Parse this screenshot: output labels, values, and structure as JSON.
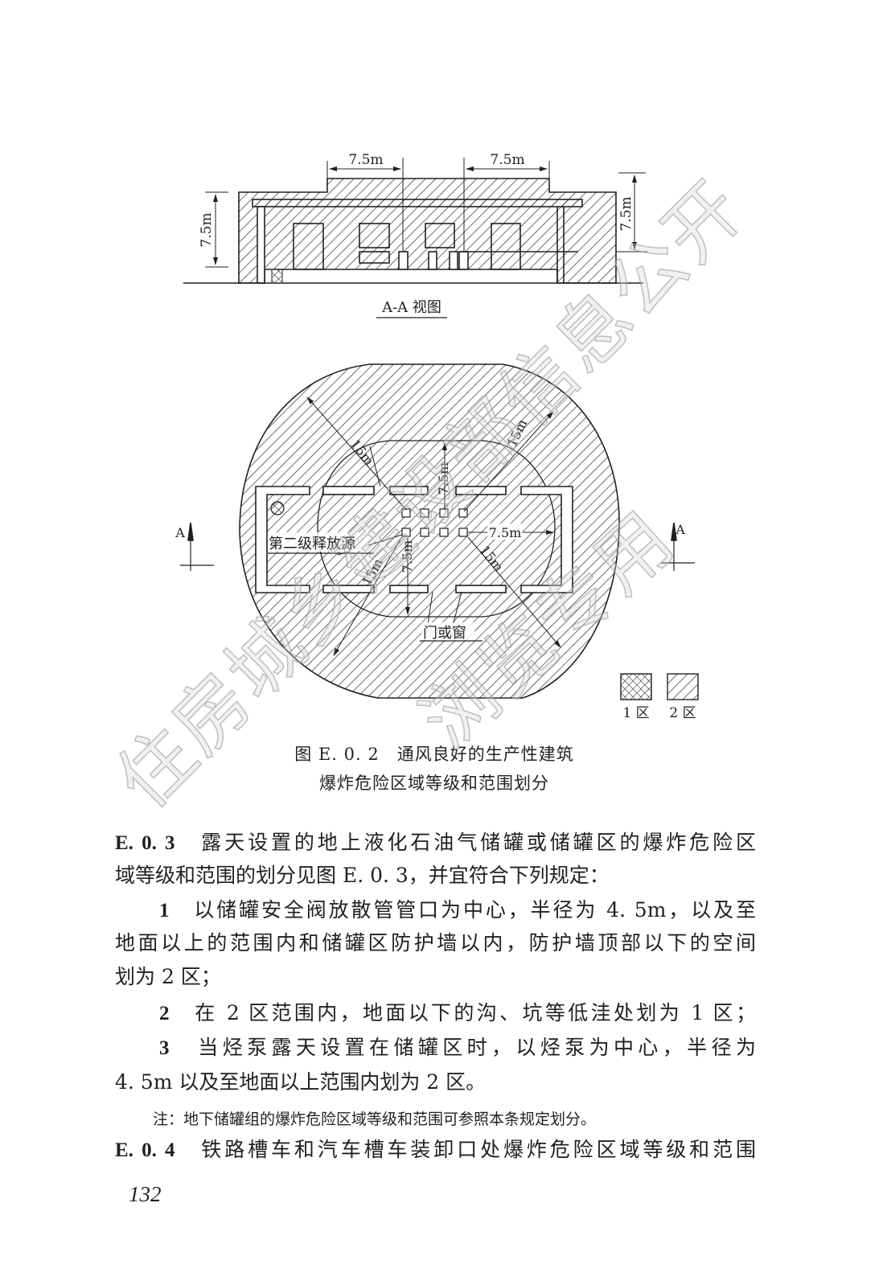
{
  "figure_a": {
    "dim_top_left": "7.5m",
    "dim_top_right": "7.5m",
    "dim_left": "7.5m",
    "dim_right": "7.5m",
    "view_label": "A-A 视图"
  },
  "figure_plan": {
    "dim_15m_nw": "15m",
    "dim_15m_ne": "15m",
    "dim_15m_sw": "15m",
    "dim_15m_se": "15m",
    "dim_75_up": "7.5m",
    "dim_75_right": "7.5m",
    "dim_75_down": "7.5m",
    "source_label": "第二级释放源",
    "door_label": "门或窗",
    "section_left": "A",
    "section_right": "A",
    "legend": [
      {
        "label": "1 区",
        "pattern": "crosshatch"
      },
      {
        "label": "2 区",
        "pattern": "hatch"
      }
    ]
  },
  "caption": {
    "line1": "图 E. 0. 2　通风良好的生产性建筑",
    "line2": "爆炸危险区域等级和范围划分"
  },
  "body": {
    "e03_num": "E. 0. 3",
    "e03_l1": "露天设置的地上液化石油气储罐或储罐区的爆炸危险区",
    "e03_l2": "域等级和范围的划分见图 E. 0. 3，并宜符合下列规定：",
    "item1_num": "1",
    "item1_l1": "以储罐安全阀放散管管口为中心，半径为 4. 5m，以及至",
    "item1_l2": "地面以上的范围内和储罐区防护墙以内，防护墙顶部以下的空间",
    "item1_l3": "划为 2 区；",
    "item2_num": "2",
    "item2_l1": "在 2 区范围内，地面以下的沟、坑等低洼处划为 1 区；",
    "item3_num": "3",
    "item3_l1": "当烃泵露天设置在储罐区时，以烃泵为中心，半径为",
    "item3_l2": "4. 5m 以及至地面以上范围内划为 2 区。",
    "note": "注：地下储罐组的爆炸危险区域等级和范围可参照本条规定划分。",
    "e04_num": "E. 0. 4",
    "e04_l1": "铁路槽车和汽车槽车装卸口处爆炸危险区域等级和范围"
  },
  "page_number": "132",
  "watermark": {
    "line1": "住房城乡建设部信息公开",
    "line2": "浏览专用"
  }
}
